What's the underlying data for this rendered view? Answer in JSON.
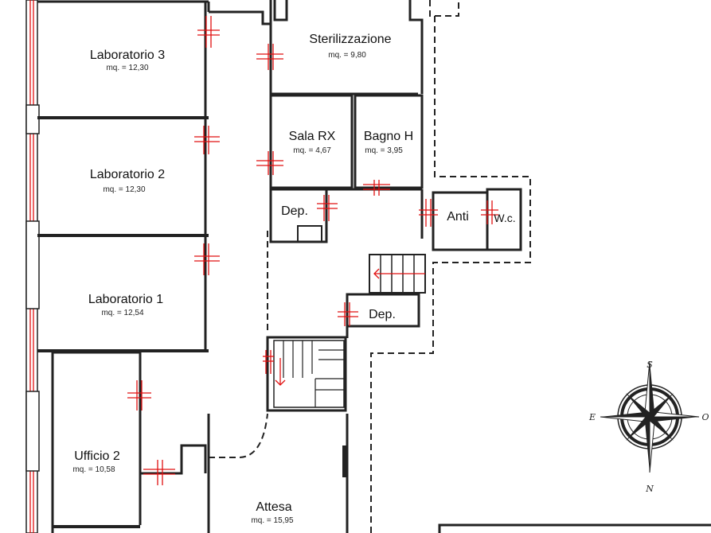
{
  "rooms": {
    "lab3": {
      "name": "Laboratorio 3",
      "area": "mq. = 12,30"
    },
    "steril": {
      "name": "Sterilizzazione",
      "area": "mq. = 9,80"
    },
    "salarx": {
      "name": "Sala RX",
      "area": "mq. = 4,67"
    },
    "bagnoh": {
      "name": "Bagno H",
      "area": "mq. = 3,95"
    },
    "lab2": {
      "name": "Laboratorio 2",
      "area": "mq. = 12,30"
    },
    "dep1": {
      "name": "Dep."
    },
    "anti": {
      "name": "Anti"
    },
    "wc": {
      "name": "W.c."
    },
    "lab1": {
      "name": "Laboratorio 1",
      "area": "mq. = 12,54"
    },
    "dep2": {
      "name": "Dep."
    },
    "ufficio2": {
      "name": "Ufficio 2",
      "area": "mq. = 10,58"
    },
    "attesa": {
      "name": "Attesa",
      "area": "mq. = 15,95"
    }
  },
  "compass": {
    "north": "N",
    "south": "S",
    "east": "E",
    "west": "O"
  },
  "colors": {
    "walls": "#222222",
    "annotations": "#e01010",
    "background": "#ffffff"
  }
}
